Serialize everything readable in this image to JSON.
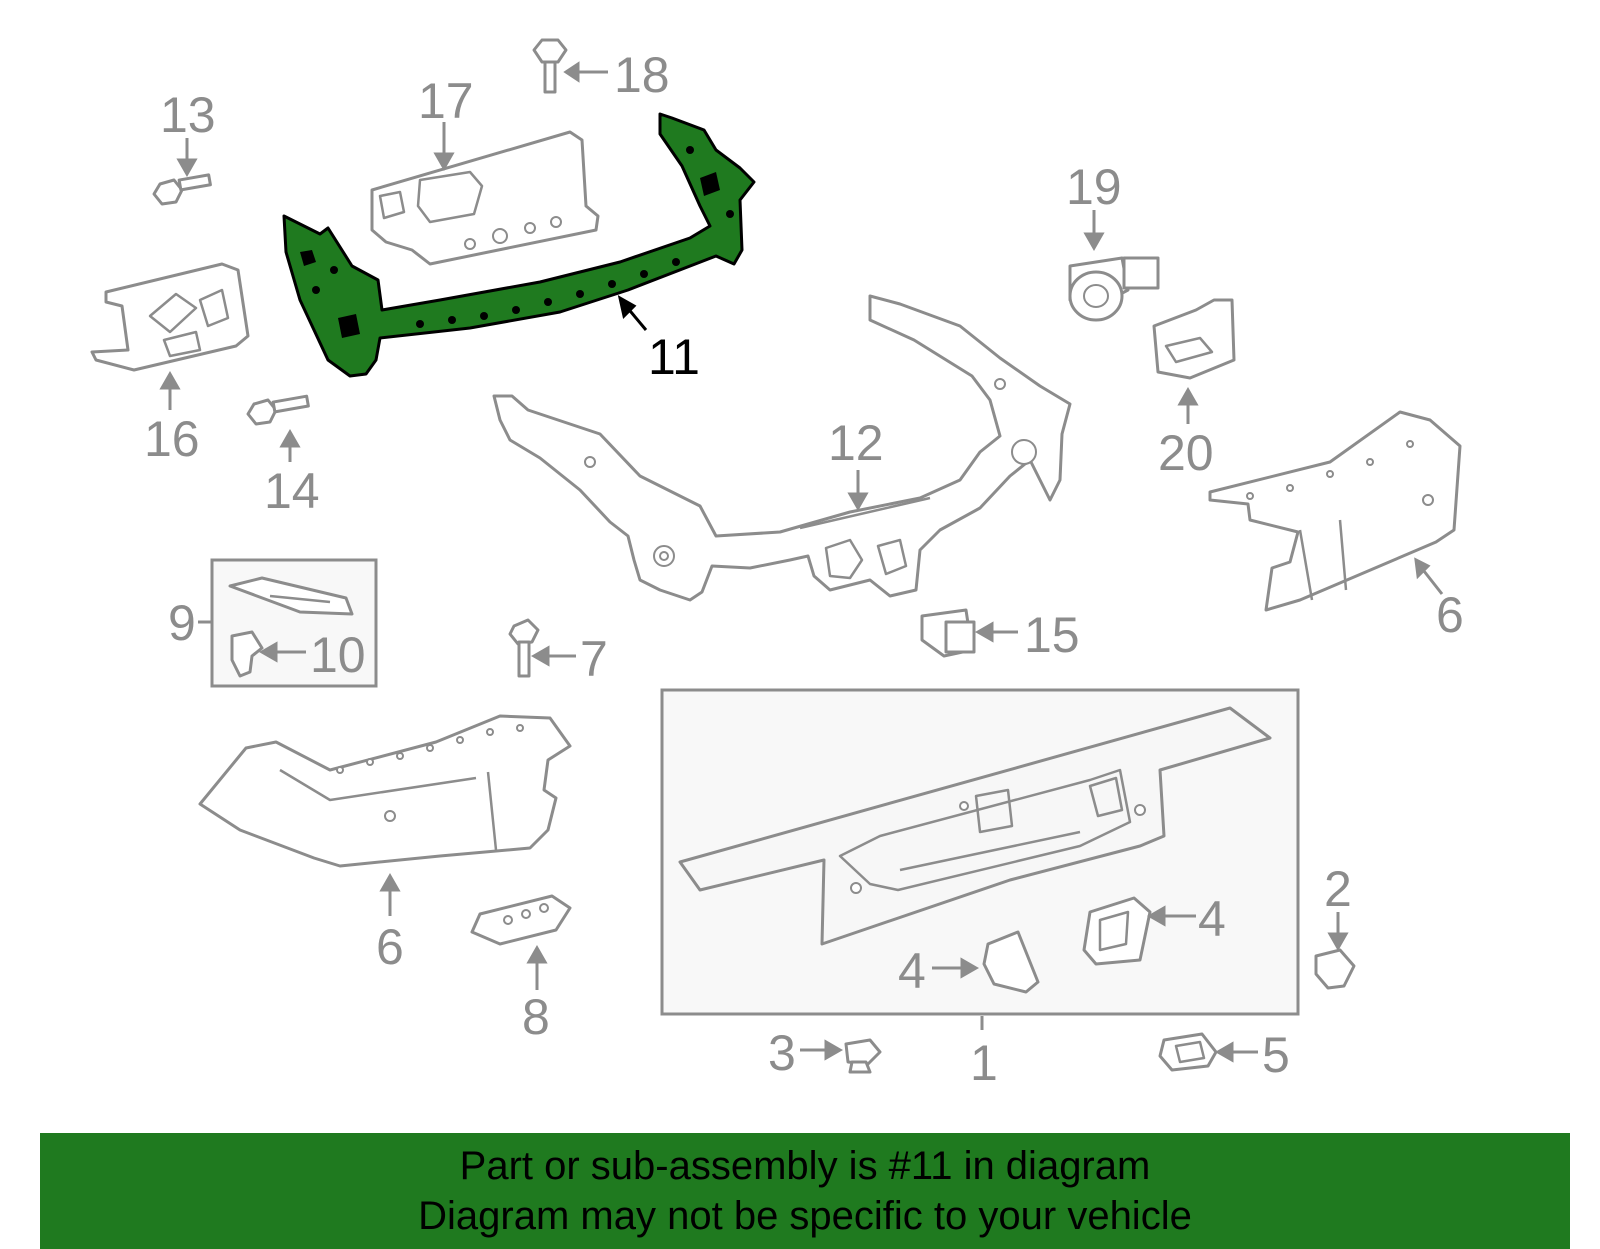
{
  "diagram": {
    "highlighted_part": "11",
    "highlight_color": "#1f7a1f",
    "callouts": {
      "c1": "1",
      "c2": "2",
      "c3": "3",
      "c4a": "4",
      "c4b": "4",
      "c5": "5",
      "c6a": "6",
      "c6b": "6",
      "c7": "7",
      "c8": "8",
      "c9": "9",
      "c10": "10",
      "c11": "11",
      "c12": "12",
      "c13": "13",
      "c14": "14",
      "c15": "15",
      "c16": "16",
      "c17": "17",
      "c18": "18",
      "c19": "19",
      "c20": "20"
    }
  },
  "banner": {
    "line1": "Part or sub-assembly is #11 in diagram",
    "line2": "Diagram may not be specific to your vehicle",
    "background": "#1f7a1f"
  }
}
